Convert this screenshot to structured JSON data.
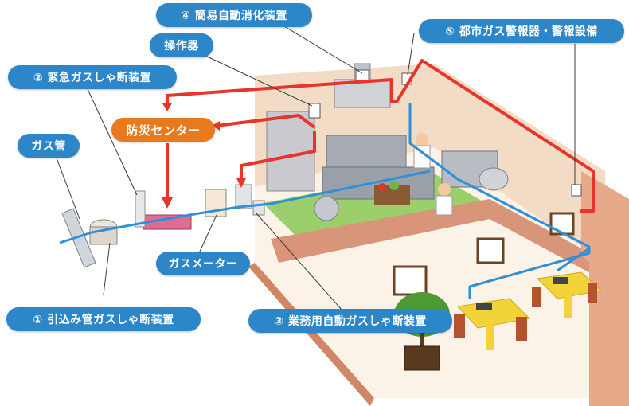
{
  "labels": {
    "gas_pipe": "ガス管",
    "emergency_shutoff": "② 緊急ガスしゃ断装置",
    "controller": "操作器",
    "extinguisher": "④ 簡易自動消化装置",
    "alarm": "⑤ 都市ガス警報器・警報設備",
    "disaster_center": "防災センター",
    "gas_meter": "ガスメーター",
    "service_shutoff": "① 引込み管ガスしゃ断装置",
    "commercial_shutoff": "③ 業務用自動ガスしゃ断装置"
  },
  "colors": {
    "label_blue": "#2d86c8",
    "label_orange": "#e87a1d",
    "signal_line": "#e8342a",
    "gas_line": "#2f8fd8",
    "floor_green": "#9bcf6b",
    "wall": "#f2dcc6",
    "wall_side": "#d9957a",
    "table": "#f2d43a"
  }
}
